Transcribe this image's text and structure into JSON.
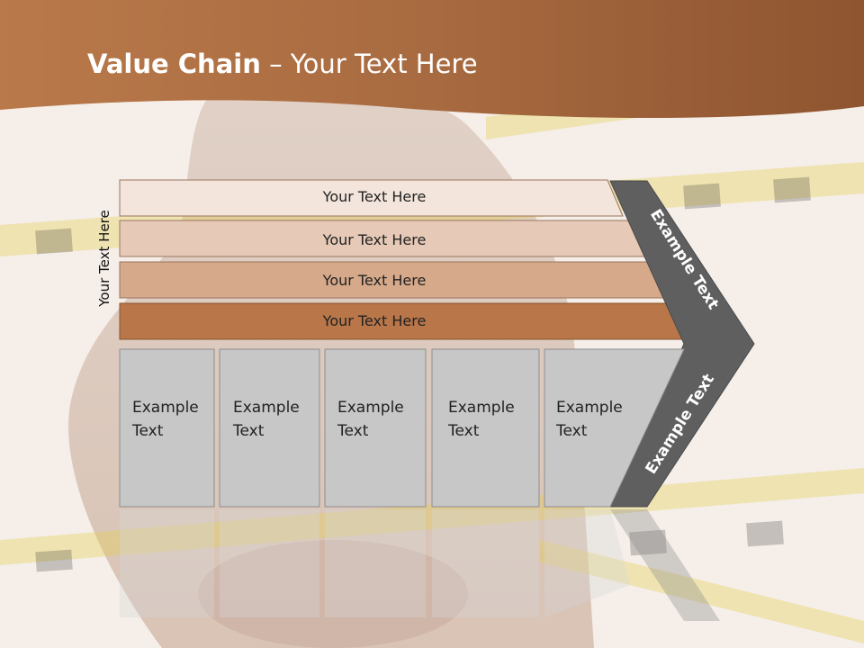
{
  "slide": {
    "title_bold": "Value Chain",
    "title_rest": " – Your Text Here",
    "side_label": "Your Text Here"
  },
  "colors": {
    "header": "#a5683d",
    "bar1": "#f3e5dc",
    "bar2": "#e6c9b6",
    "bar3": "#d5a98a",
    "bar4": "#b87649",
    "box_fill": "#c7c7c7",
    "chevron": "#5f5f5f"
  },
  "support_bars": [
    {
      "label": "Your Text Here"
    },
    {
      "label": "Your Text Here"
    },
    {
      "label": "Your Text Here"
    },
    {
      "label": "Your Text Here"
    }
  ],
  "primary_boxes": [
    {
      "line1": "Example",
      "line2": "Text"
    },
    {
      "line1": "Example",
      "line2": "Text"
    },
    {
      "line1": "Example",
      "line2": "Text"
    },
    {
      "line1": "Example",
      "line2": "Text"
    },
    {
      "line1": "Example",
      "line2": "Text"
    }
  ],
  "margin": {
    "top_label": "Example Text",
    "bottom_label": "Example Text"
  }
}
